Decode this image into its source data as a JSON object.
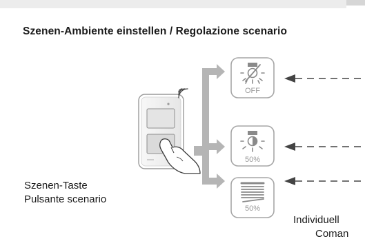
{
  "title": "Szenen-Ambiente einstellen / Regolazione scenario",
  "scene_button": {
    "label_de": "Szenen-Taste",
    "label_it": "Pulsante scenario"
  },
  "scenes": [
    {
      "icon": "light-off-icon",
      "label": "OFF"
    },
    {
      "icon": "light-dimmed-icon",
      "label": "50%"
    },
    {
      "icon": "blinds-icon",
      "label": "50%"
    }
  ],
  "individual_control": {
    "line1": "Individuell",
    "line2": "Coman"
  },
  "colors": {
    "arrow_gray": "#b5b5b5",
    "tile_border": "#a6a6a6",
    "dash": "#444444"
  }
}
